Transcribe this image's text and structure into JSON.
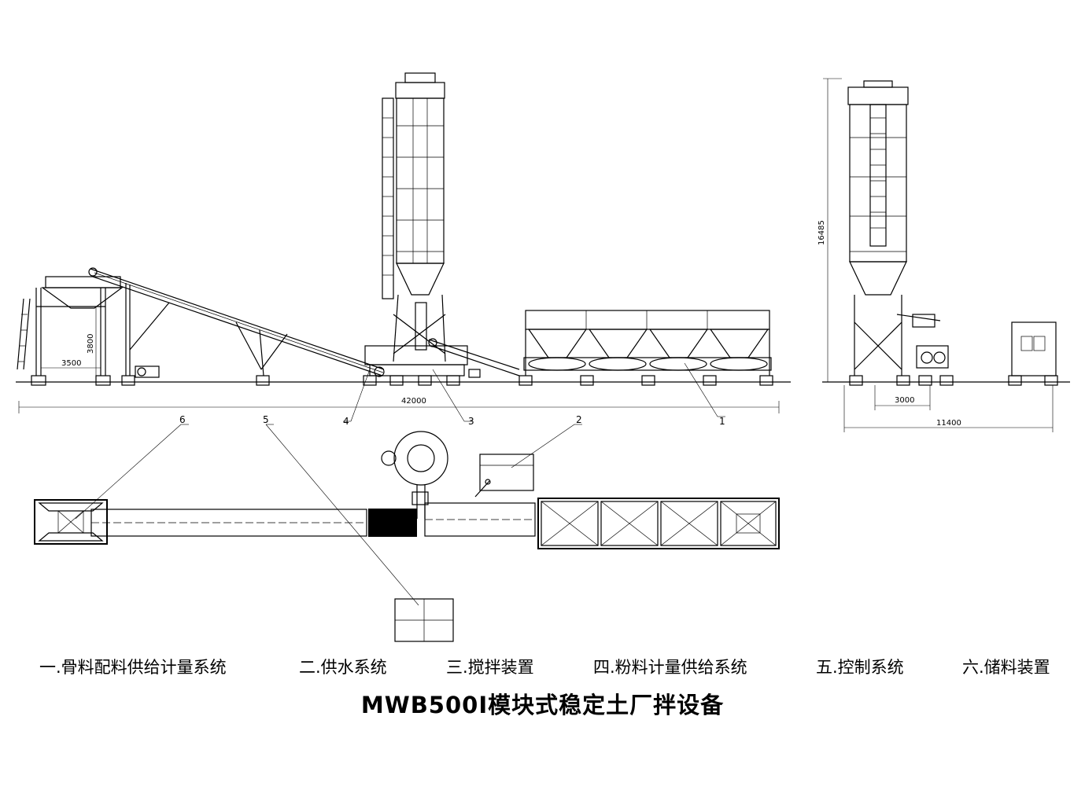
{
  "dimensions": {
    "frame_width": "3500",
    "frame_height": "3800",
    "total_length": "42000",
    "side_height": "16485",
    "side_width_small": "3000",
    "side_width_total": "11400"
  },
  "callouts": [
    "1",
    "2",
    "3",
    "4",
    "5",
    "6"
  ],
  "legend": {
    "item1": "一.骨料配料供给计量系统",
    "item2": "二.供水系统",
    "item3": "三.搅拌装置",
    "item4": "四.粉料计量供给系统",
    "item5": "五.控制系统",
    "item6": "六.储料装置"
  },
  "title": "MWB500Ⅰ模块式稳定土厂拌设备"
}
